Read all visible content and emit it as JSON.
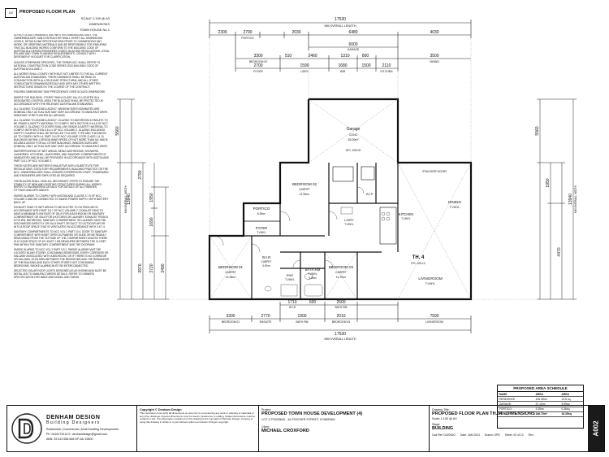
{
  "sheet": {
    "tag": "D2",
    "title": "PROPOSED FLOOR PLAN",
    "scale": "SCALE 1:100 @ A3",
    "subtitle": "DIMENSIONS",
    "house": "TOWN HOUSE  No.1"
  },
  "notes": [
    "DO NOT SCALE DRAWINGS USE WRITTEN DIMENSIONS ONLY. THE OWNER/BUILDER, SUB CONTRACTOR SHALL VERIFY ALL DIMENSIONS, LEVELS, DETAILS AND SPECIFICATIONS PRIOR TO COMMENCING ANY WORK, OR ORDERING MATERIALS AND BE RESPONSIBLE FOR ENSURING THAT ALL BUILDING WORKS CONFORM TO THE BUILDING CODE OF AUSTRALIA & DESIGN ENGINEERS CODES, BUILDING REGULATIONS, LOCAL BYLAWS AND TOWN PLANNING REQUIREMENTS. CONSULT WITH DESIGNER IF IN DOUBT FOR CLARIFICATION.",
    "UNLESS OTHERWISE SPECIFIED, THE TERMS NCC SHALL REFER TO NATIONAL CONSTRUCTION CODE SERIES 2022 BUILDING CODE OF AUSTRALIA VOLUME 2.",
    "ALL WORKS SHALL COMPLY WITH BUT NOT LIMITED TO THE ALL CURRENT AUSTRALIAN STANDARDS. THESE DRAWINGS SHALL BE READ IN CONJUNCTION WITH ALL RELEVANT STRUCTURAL AND ALL OTHER CONSULTANTS DRAWINGS/DETAILS AND WITH ANY OTHER WRITTEN INSTRUCTIONS ISSUED IN THE COURSE OF THE CONTRACT.",
    "FIGURED DIMENSIONS TAKE PRECEDENCE OVER SCALED DIMENSIONS.",
    "WHERE THE BUILDING, OTHER THAN A CLASS 10a, IS LOCATED IN A DESIGNATED CONTROL AREA THE BUILDING SHALL BE PROTECTED IN ACCORDANCE WITH THE RELEVANT AUSTRALIAN STANDARDS.",
    "ALL GLAZING TO AS1288 & AS2047. WINDOW SIZES NOMINATED ARE NOMINAL ONLY. ACTUAL SIZE MAY VARY ACCORDING TO MANUFACTURER. WINDOWS TO BE FLASHED ALL AROUND.",
    "ALL GLAZING TO AS1288 & AS2047. GLAZING TO BATHROOM & ENSUITE TO BE GRADE A SAFETY MATERIAL TO COMPLY WITH SECTION 3.6.4.6 OF NCC VOLUME 2. GLAZING TO DOORS SHALL BE GRADE A SAFETY MATERIAL TO COMPLY WITH SECTION 3.6.4.1 OF NCC VOLUME 2. GLAZING INCLUDING SAFETY GLAZING SHALL BE INSTALLED TO A SIZE, TYPE AND THICKNESS AS TO COMPLY WITH: A. PART 3.6 OF NCC VOLUME 2 FOR CLASS 1 & 10 BUILDINGS WITHIN 1 DESIGN WIND SPEED OF NOT MORE THAN N3; AND B. AS1288 & AS2047 FOR ALL OTHER BUILDINGS. WINDOW SIZES ARE NOMINAL ONLY. ACTUAL SIZE MAY VARY ACCORDING TO MANUFACTURER.",
    "WATERPROOFING OF WET AREAS, BEING BATHROOMS, SHOWERS, LAUNDRIES, KITCHENS, LAVATORIES, AND SANITARY COMPARTMENTS IS MANDATORY AND SHALL BE PROVIDED IN ACCORDANCE WITH AS3740 AND PART 3.8.1 OF NCC VOLUME 2.",
    "THESE NOTES ARE NEITHER EXHAUSTIVE NOR A SUBSTITUTE FOR REGULATIONS, STATUTORY REQUIREMENTS, BUILDING PRACTICE OR THE NCC. OWNER/BUILDER SHALL ENSURE EXPERIENCED STAFF, TRADESMEN AND ENGINEERS ARE EMPLOYED AS REQUIRED.",
    "THE BUILDER SHALL TAKE ALL NECESSARY STEPS TO ENSURE THE STABILITY OF NEW AND EXISTING STRUCTURES DURING ALL WORKS. REFER TO ENGINEERING DETAILS FOR DETAILS OF ALL FINISHES, FITTINGS AND APPLIANCES.",
    "SMOKE ALARMS TO COMPLY WITH AS3786 AND CLAUSE 3.7.5 OF NCC VOLUME 2 AND BE CONNECTED TO MAINS POWER SUPPLY WITH BATTERY BACK-UP.",
    "EXHAUST FANS TO WET AREAS TO BE DUCTED TO OUTSIDE AIR IN ACCORDANCE WITH PART 3.8.7 OF NCC VOLUME 2. EXHAUST FANS TO HAVE A MINIMUM FLOW RATE OF 25L/S FOR A BATHROOM OR SANITARY COMPARTMENT OR 40L/S FOR A KITCHEN OR LAUNDRY. EXHAUST FROM A KITCHEN, BATHROOM, SANITARY COMPARTMENT OR LAUNDRY MUST BE DISCHARGED DIRECTLY OR VIA A SHAFT OR DUCT TO OUTDOOR AIR OR INTO A ROOF SPACE THAT IS VENTILATED IN ACCORDANCE WITH 3.8.7.4.",
    "SANITARY COMPARTMENTS TO NCC VOL 2 PART 10.4. DOOR TO SANITARY COMPARTMENT WITH INSET OPEN OUTWARDS OR SLIDE OR BE READILY REMOVABLE FROM THE OUTSIDE OF THE COMPARTMENT UNLESS THERE IS A CLEAR SPACE OF AT LEAST 1.2M MEASURED BETWEEN THE CLOSET PAN WITHIN THE SANITARY COMPARTMENT AND THE DOORWAY.",
    "SMOKE ALARMS TO NCC VOL 2 PART 9.5.1. SMOKE ALARMS MUST BE LOCATED IN ANY STOREY CONTAINING BEDROOMS, EVERY CORRIDOR OR HALLWAY ASSOCIATED WITH A BEDROOM, OR IF THERE IS NO CORRIDOR OR HALLWAY, IN AN AREA BETWEEN THE BEDROOMS AND THE REMAINDER OF THE BUILDING AND EACH OTHER STOREY NOT CONTAINING BEDROOMS. SMOKE ALARMS MUST BE INTERCONNECTED.",
    "SELECTED SOLAR ROOF LIGHTS DESIGNED AS AS SHOWN AND MUST BE INSTALLED TO MANUFACTURERS DETAILS. REFER TO OWNERS SPECIFICATION FOR MAKE AND MODEL AND SIZING."
  ],
  "plan": {
    "overall_length": "17530",
    "overall_length_label": "MM OVERALL LENGTH",
    "overall_width": "13940",
    "overall_width_label": "MM OVERALL WIDTH",
    "top_dims_row1": [
      "2300",
      "2790",
      "2030",
      "6480",
      "4030"
    ],
    "top_dims_row1_labels": [
      "PORTICO",
      "",
      "",
      "",
      ""
    ],
    "top_dims_row2": [
      "6000",
      "GARAGE"
    ],
    "top_dims_row3": [
      "3300",
      "510",
      "2460",
      "1310",
      "800",
      "3500"
    ],
    "top_dims_row3_labels": [
      "BEDROOM 02",
      "",
      "",
      "",
      "",
      "DINING"
    ],
    "top_dims_row4": [
      "2700",
      "1590",
      "1680",
      "1500",
      "2110"
    ],
    "top_dims_row4_labels": [
      "FOYER",
      "L/DRY",
      "WIR",
      "",
      "KITCHEN"
    ],
    "bottom_dims_row1": [
      "1710",
      "600",
      "2500"
    ],
    "bottom_dims_row1_labels": [
      "W.I.R",
      "",
      "BATH RM"
    ],
    "bottom_dims_row2": [
      "3300",
      "2770",
      "1900",
      "2010",
      "7590"
    ],
    "bottom_dims_row2_labels": [
      "BEDROOM 01",
      "ENSUITE",
      "BATH RM",
      "BEDROOM 03",
      "LIVINGROOM"
    ],
    "left_dims": [
      "5560",
      "2790",
      "1950",
      "1690",
      "3970",
      "3490",
      "3720"
    ],
    "right_dims": [
      "5560",
      "1950",
      "4470",
      "13940"
    ],
    "rooms": [
      {
        "name": "Garage",
        "finish": "CONC",
        "area": "35.00m²"
      },
      {
        "name": "BEDROOM 02",
        "finish": "CARPET",
        "area": "11.95m²"
      },
      {
        "name": "PORTICO",
        "finish": "",
        "area": "5.35m²"
      },
      {
        "name": "FOYER",
        "finish": "T.VINYL",
        "area": ""
      },
      {
        "name": "W.I.R",
        "finish": "CARPET",
        "area": "3.57m²"
      },
      {
        "name": "BEDROOM 01",
        "finish": "CARPET",
        "area": "14.38m²"
      },
      {
        "name": "ENS",
        "finish": "T.VINYL",
        "area": ""
      },
      {
        "name": "BATH.RM",
        "finish": "T.VINYL",
        "area": "5.49m²"
      },
      {
        "name": "BEDROOM 03",
        "finish": "CARPET",
        "area": "11.70m²"
      },
      {
        "name": "KITCHEN",
        "finish": "T.VINYL",
        "area": ""
      },
      {
        "name": "L/DRY",
        "finish": "T.VINYL",
        "area": ""
      },
      {
        "name": "DINING",
        "finish": "T.VINYL",
        "area": ""
      },
      {
        "name": "LIVINGROOM",
        "finish": "T.VINYL",
        "area": ""
      },
      {
        "name": "W.I.P",
        "finish": "",
        "area": ""
      }
    ],
    "unit_label": "TH. 4",
    "ffl": "FFL 105.10",
    "stacker": "STACKER DOOR",
    "gfl": "GFL 105.00"
  },
  "schedule": {
    "title": "PROPOSED AREA SCHEDULE",
    "headers": [
      "NAME",
      "AREA",
      "AREA"
    ],
    "rows": [
      [
        "RESIDENCE :",
        "126.28m²",
        "13.6 sq"
      ],
      [
        "GARAGE:",
        "37.12m²",
        "3.99sq"
      ],
      [
        "PORTICO:",
        "3.35m²",
        "0.36sq"
      ],
      [
        "TOTAL:",
        "166.75m²",
        "16.35sq"
      ]
    ]
  },
  "titleblock": {
    "company": "DENHAM DESIGN",
    "company_sub": "Building Designers",
    "services": "Residential | Commercial | Multi Dwelling Developments",
    "contact": "Ph: 0418172414  E: denhamdesign@gmail.com",
    "reg": "ABN: 53 613 658 848   DP-AD 15600",
    "copyright_head": "Copyright © Denham Design",
    "copyright_body": "This contractor must verify all dimensions on site prior to commencing any work or ordering of materials or any shop drawings. Figured dimensions must be used in preference to scaling. Scaled dimensions must be verified on site. Any information contained on this drawing is the copyright of Denham Design. Copying or using this drawing in whole or in part without written permission infringes copyright.",
    "project_label": "Project:",
    "project": "PROPOSED TOWN HOUSE DEVELOPMENT (4)",
    "address": "LOT 2 PS533640 ,  46 FISCHER STREET, KYABRAM",
    "client_label": "Client:",
    "client": "MICHAEL CROXFORD",
    "drawing_title_label": "Drawing Title:",
    "drawing_title": "PROPOSED FLOOR PLAN  TH.04 - DIMENSIONS",
    "drawing_scale": "Scale 1:100 @ A3",
    "stage_label": "Stage:",
    "stage": "BUILDING",
    "cad_ref": "Cad Ref:  D42006O",
    "date": "Date: JAN 2024",
    "drawn": "Drawn: DPD",
    "sheet": "Sheet: 02 of 10",
    "rev": "Rev:",
    "number": "A002"
  }
}
